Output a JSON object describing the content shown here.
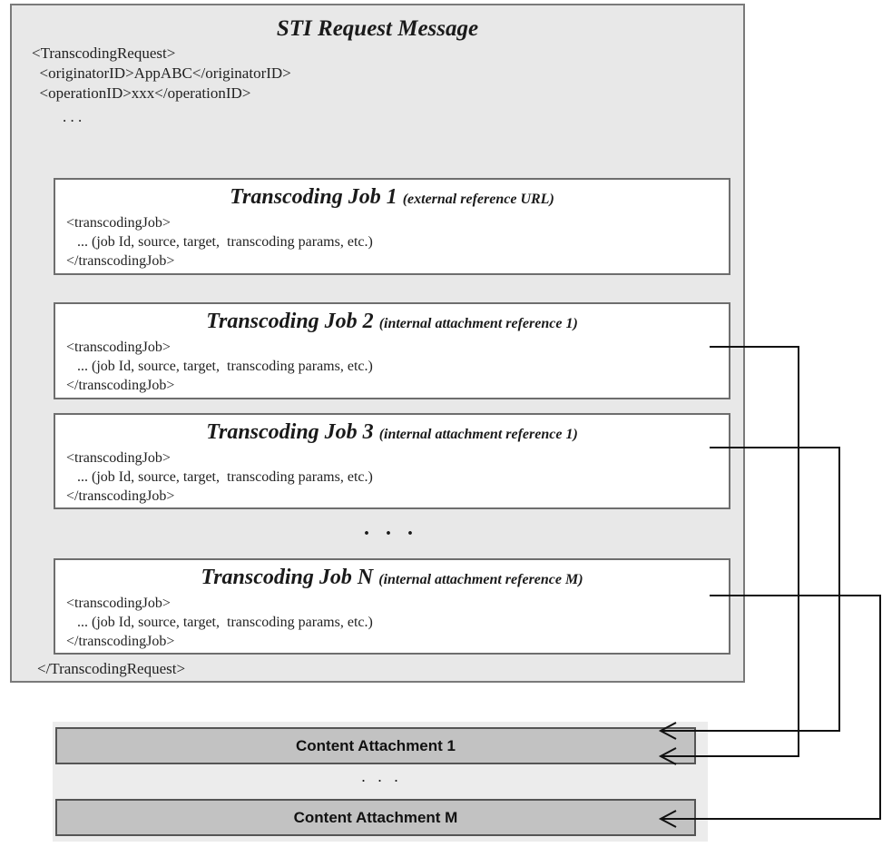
{
  "request": {
    "title": "STI Request Message",
    "open_tag": "<TranscodingRequest>",
    "originator_line": "  <originatorID>AppABC</originatorID>",
    "operation_line": "  <operationID>xxx</operationID>",
    "ellipsis": "        . . .",
    "close_tag": "</TranscodingRequest>"
  },
  "jobs": [
    {
      "title": "Transcoding Job 1",
      "subtitle": "(external reference URL)",
      "open_tag": "<transcodingJob>",
      "body": "   ... (job Id, source, target,  transcoding params, etc.)",
      "close_tag": "</transcodingJob>"
    },
    {
      "title": "Transcoding Job 2",
      "subtitle": "(internal attachment reference 1)",
      "open_tag": "<transcodingJob>",
      "body": "   ... (job Id, source, target,  transcoding params, etc.)",
      "close_tag": "</transcodingJob>"
    },
    {
      "title": "Transcoding Job 3",
      "subtitle": "(internal attachment reference 1)",
      "open_tag": "<transcodingJob>",
      "body": "   ... (job Id, source, target,  transcoding params, etc.)",
      "close_tag": "</transcodingJob>"
    },
    {
      "title": "Transcoding Job N",
      "subtitle": "(internal attachment reference M)",
      "open_tag": "<transcodingJob>",
      "body": "   ... (job Id, source, target,  transcoding params, etc.)",
      "close_tag": "</transcodingJob>"
    }
  ],
  "jobs_ellipsis": "· · ·",
  "attachments": [
    {
      "label": "Content Attachment 1"
    },
    {
      "label": "Content Attachment M"
    }
  ],
  "attachments_ellipsis": ". . .",
  "colors": {
    "outer_fill": "#e8e8e8",
    "attachment_fill": "#c2c2c2",
    "line": "#111111"
  }
}
